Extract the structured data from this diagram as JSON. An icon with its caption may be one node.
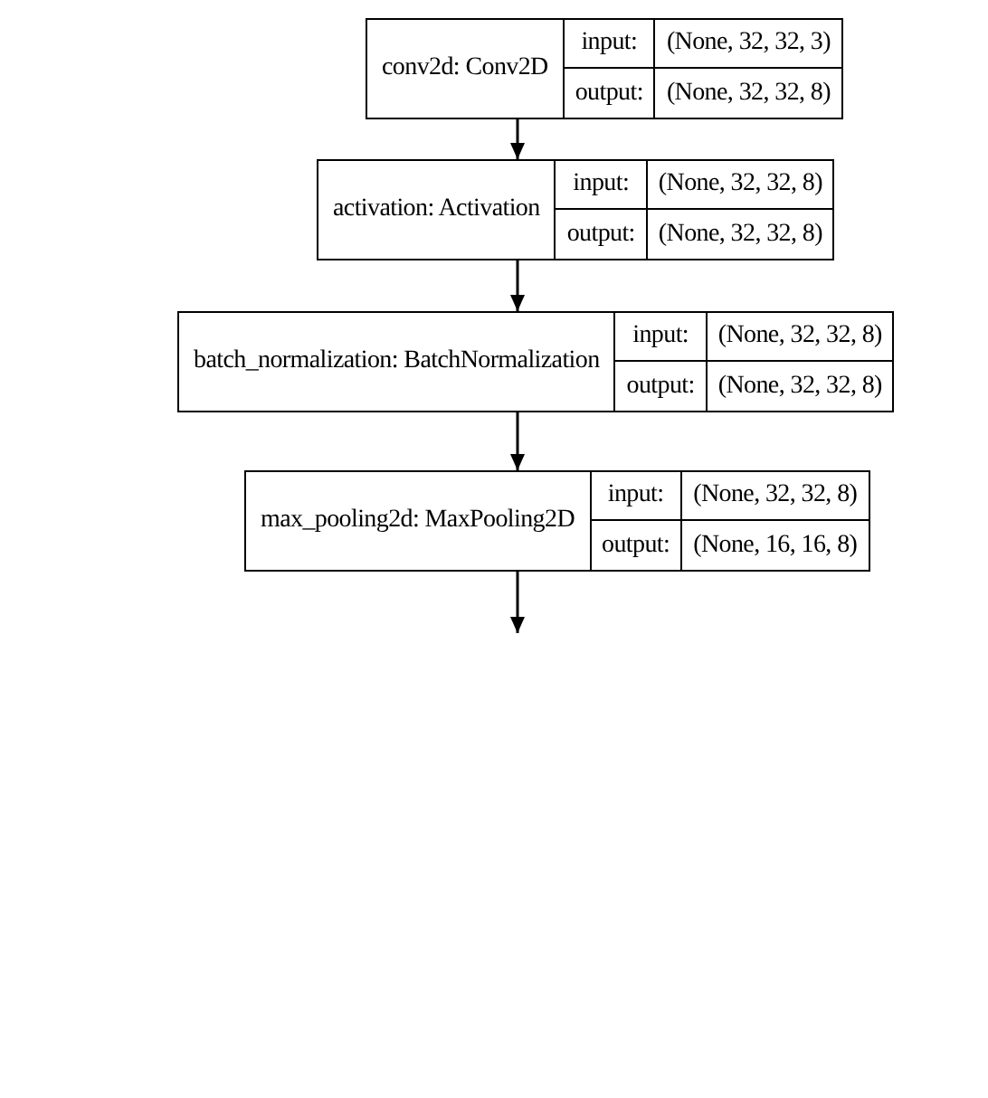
{
  "diagram": {
    "nodes": [
      {
        "text": [
          "conv2d: Conv2D",
          "input:",
          "(None, 32, 32, 3)",
          "output:",
          "(None, 32, 32, 8)"
        ]
      },
      {
        "text": [
          "activation: Activation",
          "input:",
          "(None, 32, 32, 8)",
          "output:",
          "(None, 32, 32, 8)"
        ]
      },
      {
        "text": [
          "batch_normalization: BatchNormalization",
          "input:",
          "(None, 32, 32, 8)",
          "output:",
          "(None, 32, 32, 8)"
        ]
      },
      {
        "text": [
          "max_pooling2d: MaxPooling2D",
          "input:",
          "(None, 32, 32, 8)",
          "output:",
          "(None, 16, 16, 8)"
        ]
      }
    ],
    "edges": [
      {
        "from": 0,
        "to": 1,
        "arrow": "to"
      },
      {
        "from": 1,
        "to": 2,
        "arrow": "to"
      },
      {
        "from": 2,
        "to": 3,
        "arrow": "to"
      },
      {
        "from": 3,
        "to": null,
        "arrow": "to"
      }
    ]
  }
}
